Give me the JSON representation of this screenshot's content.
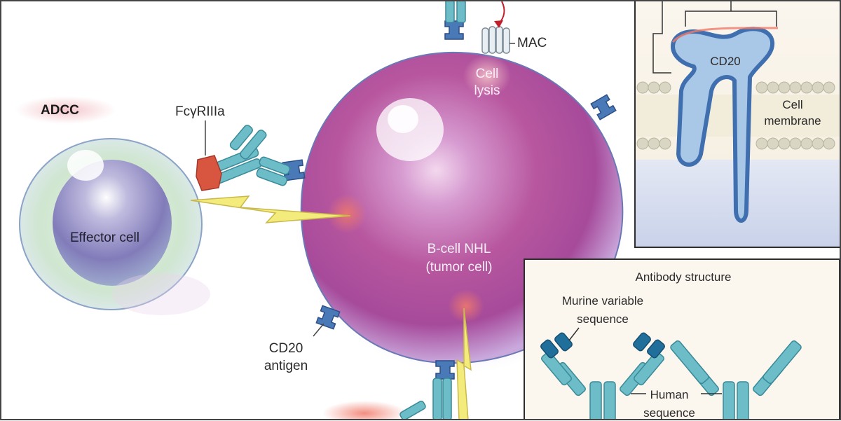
{
  "labels": {
    "adcc": "ADCC",
    "fcgr": "FcγRIIIa",
    "effector": "Effector cell",
    "bcell_line1": "B-cell NHL",
    "bcell_line2": "(tumor cell)",
    "cd20_antigen_line1": "CD20",
    "cd20_antigen_line2": "antigen",
    "mac": "MAC",
    "lysis_line1": "Cell",
    "lysis_line2": "lysis"
  },
  "inset_membrane": {
    "cd20": "CD20",
    "membrane_line1": "Cell",
    "membrane_line2": "membrane"
  },
  "inset_antibody": {
    "title": "Antibody structure",
    "murine_line1": "Murine variable",
    "murine_line2": "sequence",
    "human_line1": "Human",
    "human_line2": "sequence"
  },
  "colors": {
    "tumor_cell": "#a64a9a",
    "effector_outer": "#cfe6cf",
    "effector_nucleus": "#7d76b8",
    "receptor": "#d8563f",
    "antibody": "#6dbdc9",
    "cd20": "#3f6fae",
    "murine": "#1f6f9a",
    "lightning": "#f4eb7d",
    "glow": "#f07a6a"
  }
}
